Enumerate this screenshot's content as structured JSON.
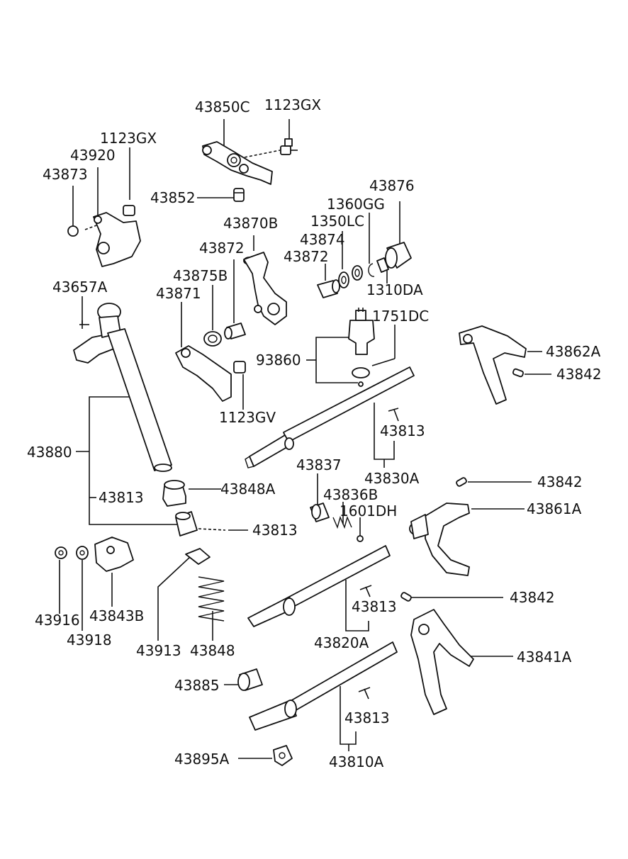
{
  "labels": {
    "l43850C": "43850C",
    "l1123GX_a": "1123GX",
    "l1123GX_b": "1123GX",
    "l43920": "43920",
    "l43873": "43873",
    "l43852": "43852",
    "l43876": "43876",
    "l1360GG": "1360GG",
    "l43870B": "43870B",
    "l1350LC": "1350LC",
    "l43874": "43874",
    "l43872_a": "43872",
    "l43872_b": "43872",
    "l1310DA": "1310DA",
    "l43875B": "43875B",
    "l43657A": "43657A",
    "l43871": "43871",
    "l1751DC": "1751DC",
    "l43862A": "43862A",
    "l43842_a": "43842",
    "l93860": "93860",
    "l1123GV": "1123GV",
    "l43813_a": "43813",
    "l43880": "43880",
    "l43837": "43837",
    "l43830A": "43830A",
    "l43842_b": "43842",
    "l43848A": "43848A",
    "l43836B": "43836B",
    "l1601DH": "1601DH",
    "l43861A": "43861A",
    "l43813_b": "43813",
    "l43813_c": "43813",
    "l43842_c": "43842",
    "l43813_d": "43813",
    "l43916": "43916",
    "l43843B": "43843B",
    "l43918": "43918",
    "l43913": "43913",
    "l43848": "43848",
    "l43820A": "43820A",
    "l43841A": "43841A",
    "l43885": "43885",
    "l43813_e": "43813",
    "l43895A": "43895A",
    "l43810A": "43810A"
  }
}
